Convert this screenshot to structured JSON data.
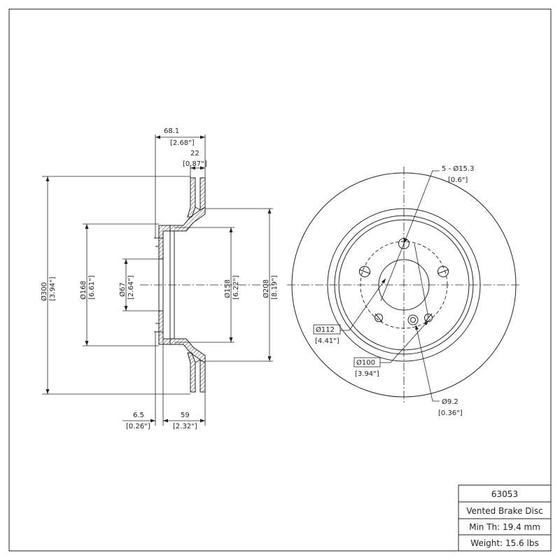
{
  "side_view": {
    "dim_overall_width": {
      "mm": "68.1",
      "in": "[2.68\"]"
    },
    "dim_friction_width": {
      "mm": "22",
      "in": "[0.87\"]"
    },
    "dim_outer_dia": {
      "mm": "Ø300",
      "in": "[3.94\"]"
    },
    "dim_hat_dia": {
      "mm": "Ø168",
      "in": "[6.61\"]"
    },
    "dim_center_bore": {
      "mm": "Ø67",
      "in": "[2.64\"]"
    },
    "dim_inner_hat": {
      "mm": "Ø158",
      "in": "[6.22\"]"
    },
    "dim_inner_friction": {
      "mm": "Ø208",
      "in": "[8.19\"]"
    },
    "dim_hat_thickness": {
      "mm": "6.5",
      "in": "[0.26\"]"
    },
    "dim_offset": {
      "mm": "59",
      "in": "[2.32\"]"
    }
  },
  "front_view": {
    "callout_holes": {
      "mm": "5 - Ø15.3",
      "in": "[0.6\"]"
    },
    "callout_pcd_outer": {
      "mm": "Ø112",
      "in": "[4.41\"]"
    },
    "callout_pcd_inner": {
      "mm": "Ø100",
      "in": "[3.94\"]"
    },
    "callout_small_hole": {
      "mm": "Ø9.2",
      "in": "[0.36\"]"
    }
  },
  "title_block": {
    "part_number": "63053",
    "description": "Vented Brake Disc",
    "min_thickness": "Min Th: 19.4 mm",
    "weight": "Weight: 15.6 lbs"
  }
}
